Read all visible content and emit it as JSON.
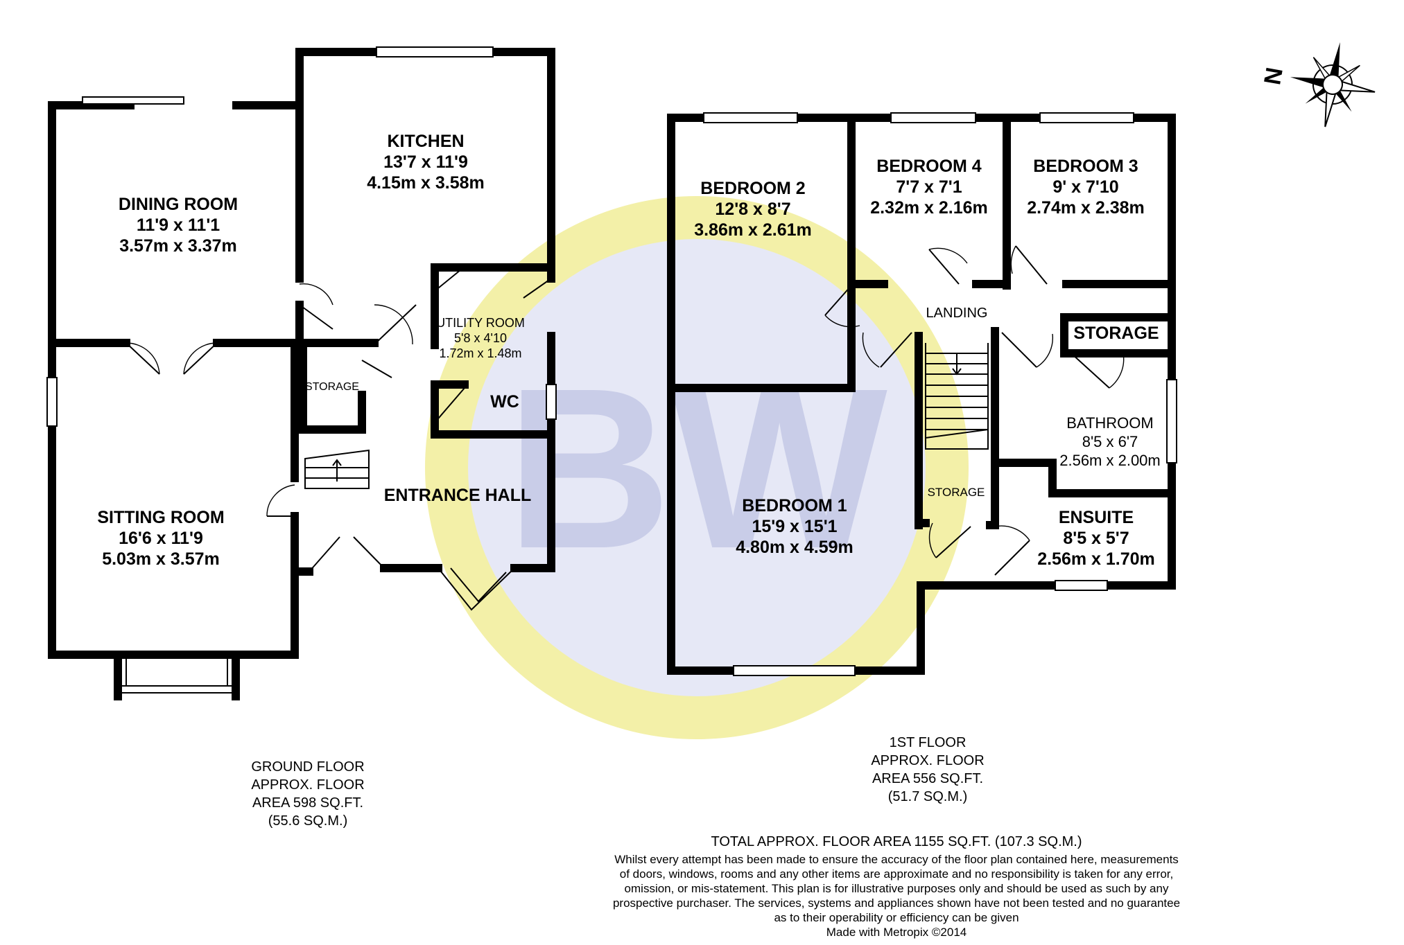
{
  "watermark": {
    "text": "BW",
    "ring_color": "#f3f0a8",
    "inner_color": "#e6e8f6",
    "letter_color": "#c9cde8"
  },
  "compass": {
    "north_label": "N"
  },
  "ground_floor": {
    "dining_room": {
      "name": "DINING ROOM",
      "imperial": "11'9 x 11'1",
      "metric": "3.57m x 3.37m"
    },
    "kitchen": {
      "name": "KITCHEN",
      "imperial": "13'7 x 11'9",
      "metric": "4.15m x 3.58m"
    },
    "utility_room": {
      "name": "UTILITY ROOM",
      "imperial": "5'8 x 4'10",
      "metric": "1.72m x 1.48m"
    },
    "storage": {
      "name": "STORAGE"
    },
    "wc": {
      "name": "WC"
    },
    "entrance_hall": {
      "name": "ENTRANCE HALL"
    },
    "sitting_room": {
      "name": "SITTING ROOM",
      "imperial": "16'6 x 11'9",
      "metric": "5.03m x 3.57m"
    },
    "caption": [
      "GROUND FLOOR",
      "APPROX. FLOOR",
      "AREA 598 SQ.FT.",
      "(55.6 SQ.M.)"
    ]
  },
  "first_floor": {
    "bedroom_2": {
      "name": "BEDROOM 2",
      "imperial": "12'8 x 8'7",
      "metric": "3.86m x 2.61m"
    },
    "bedroom_4": {
      "name": "BEDROOM 4",
      "imperial": "7'7 x 7'1",
      "metric": "2.32m x 2.16m"
    },
    "bedroom_3": {
      "name": "BEDROOM 3",
      "imperial": "9' x 7'10",
      "metric": "2.74m x 2.38m"
    },
    "landing": {
      "name": "LANDING"
    },
    "storage_top": {
      "name": "STORAGE"
    },
    "bathroom": {
      "name": "BATHROOM",
      "imperial": "8'5 x 6'7",
      "metric": "2.56m x 2.00m"
    },
    "storage_mid": {
      "name": "STORAGE"
    },
    "ensuite": {
      "name": "ENSUITE",
      "imperial": "8'5 x 5'7",
      "metric": "2.56m x 1.70m"
    },
    "bedroom_1": {
      "name": "BEDROOM 1",
      "imperial": "15'9 x 15'1",
      "metric": "4.80m x 4.59m"
    },
    "caption": [
      "1ST FLOOR",
      "APPROX. FLOOR",
      "AREA 556 SQ.FT.",
      "(51.7 SQ.M.)"
    ]
  },
  "footer": {
    "total": "TOTAL APPROX. FLOOR AREA 1155 SQ.FT. (107.3 SQ.M.)",
    "disclaimer": [
      "Whilst every attempt has been made to ensure the accuracy of the floor plan contained here, measurements",
      "of doors, windows, rooms and any other items are approximate and no responsibility is taken for any error,",
      "omission, or mis-statement. This plan is for illustrative purposes only and should be used as such by any",
      "prospective purchaser. The services, systems and appliances shown have not been tested and no guarantee",
      "as to their operability or efficiency can be given"
    ],
    "credit": "Made with Metropix ©2014"
  }
}
